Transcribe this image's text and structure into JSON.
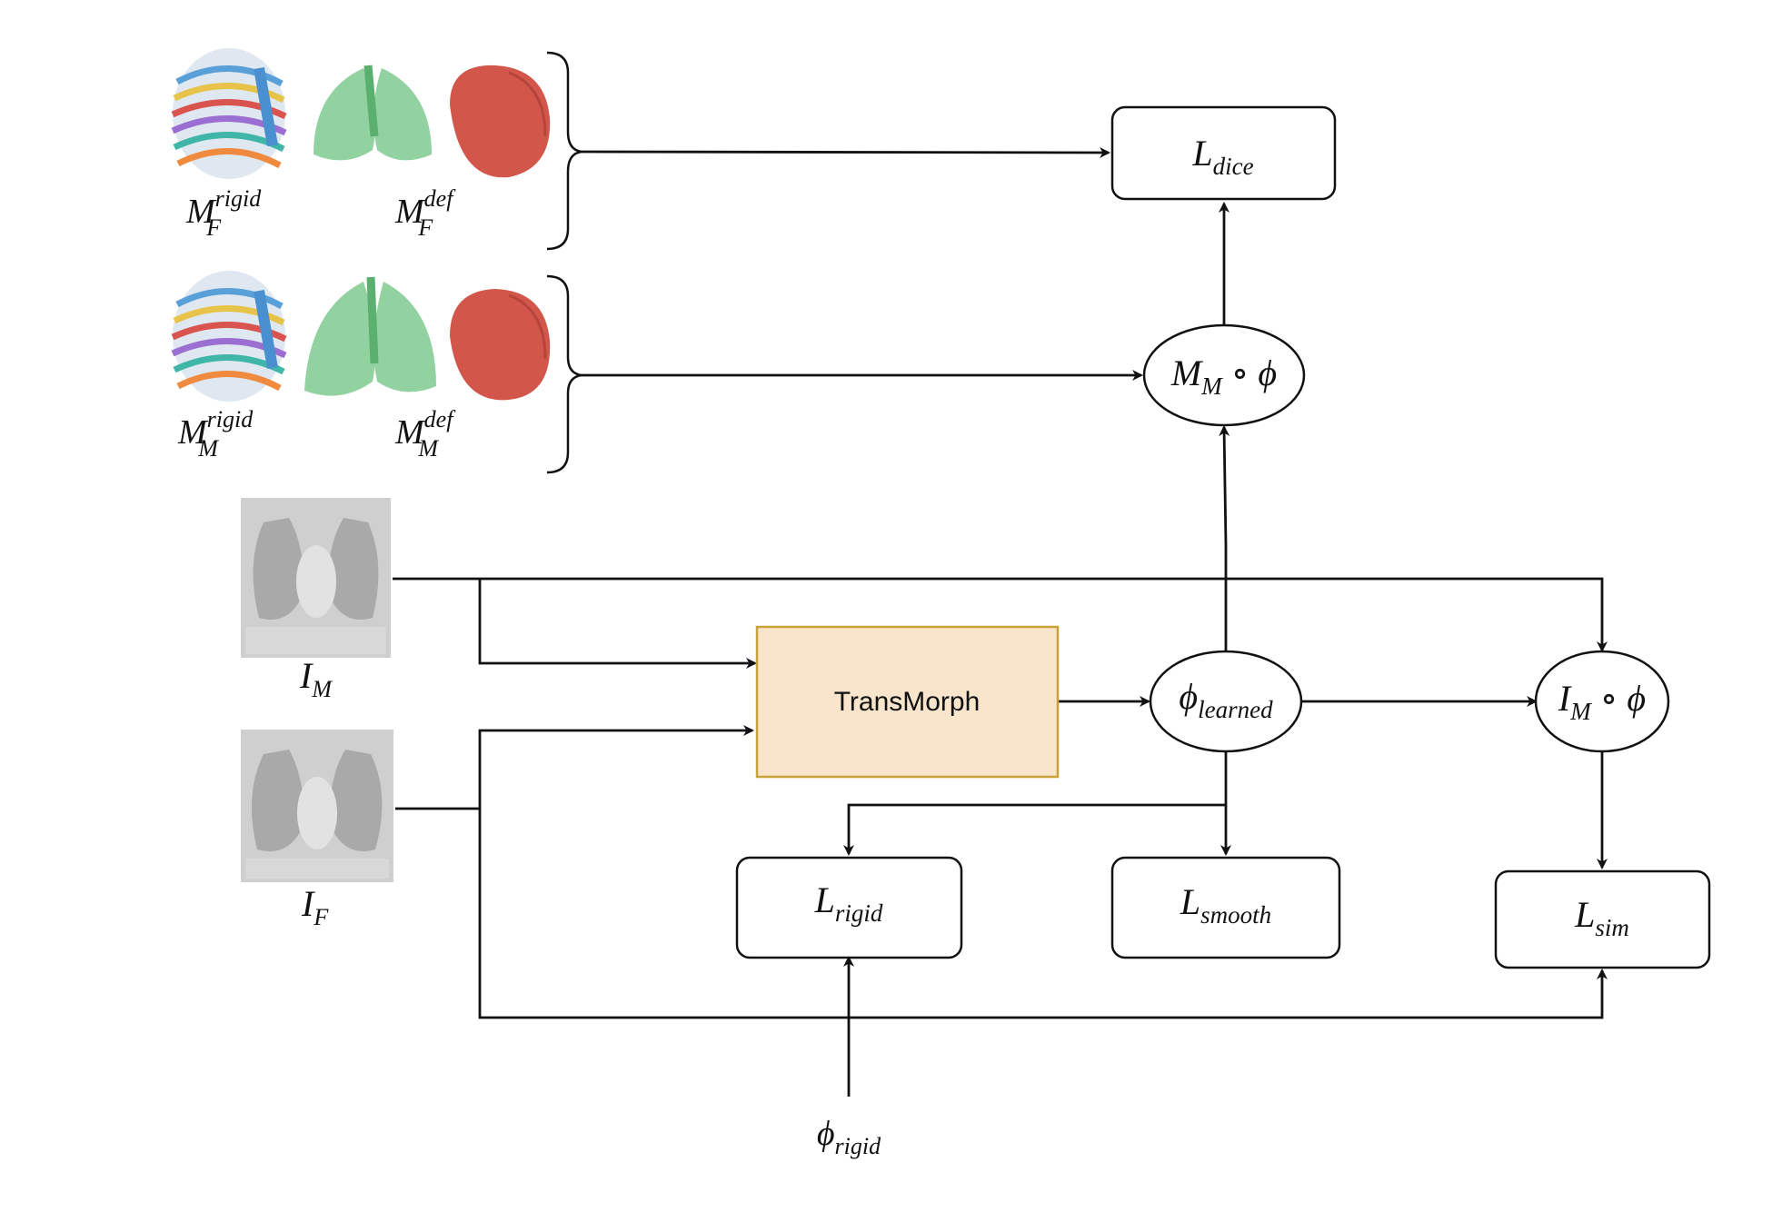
{
  "colors": {
    "transmorph_fill": "#f8e5cc",
    "transmorph_stroke": "#c9a23a",
    "lung_mask": "#7fc98f",
    "lobe_mask": "#d2564a",
    "ct_background": "#cfcfcf"
  },
  "labels": {
    "mf_rigid": {
      "base": "M",
      "sub": "F",
      "sup": "rigid"
    },
    "mf_def": {
      "base": "M",
      "sub": "F",
      "sup": "def"
    },
    "mm_rigid": {
      "base": "M",
      "sub": "M",
      "sup": "rigid"
    },
    "mm_def": {
      "base": "M",
      "sub": "M",
      "sup": "def"
    },
    "im": {
      "base": "I",
      "sub": "M"
    },
    "if": {
      "base": "I",
      "sub": "F"
    },
    "phi_rigid": {
      "base": "ϕ",
      "sub": "rigid"
    }
  },
  "nodes": {
    "l_dice": {
      "base": "L",
      "sub": "dice"
    },
    "mm_phi": {
      "base": "M",
      "sub": "M",
      "tail": " ∘ ϕ"
    },
    "transmorph": {
      "label": "TransMorph"
    },
    "phi_learned": {
      "base": "ϕ",
      "sub": "learned"
    },
    "im_phi": {
      "base": "I",
      "sub": "M",
      "tail": " ∘ ϕ"
    },
    "l_rigid": {
      "base": "L",
      "sub": "rigid"
    },
    "l_smooth": {
      "base": "L",
      "sub": "smooth"
    },
    "l_sim": {
      "base": "L",
      "sub": "sim"
    }
  }
}
